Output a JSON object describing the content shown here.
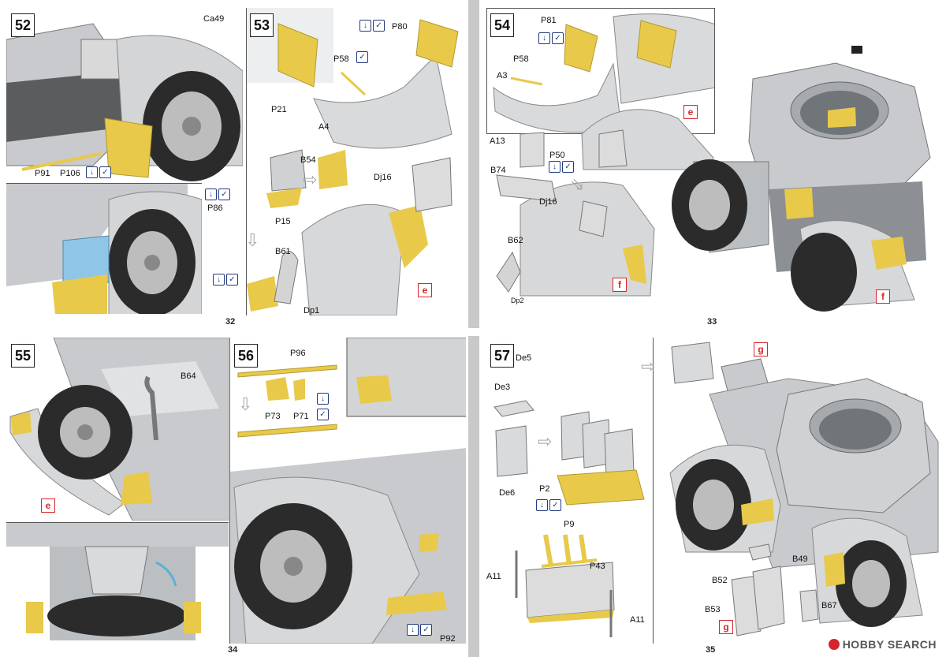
{
  "pages": {
    "p32": "32",
    "p33": "33",
    "p34": "34",
    "p35": "35"
  },
  "steps": {
    "s52": "52",
    "s53": "53",
    "s54": "54",
    "s55": "55",
    "s56": "56",
    "s57": "57"
  },
  "labels": {
    "ca49": "Ca49",
    "p91": "P91",
    "p106": "P106",
    "p80": "P80",
    "p58_a": "P58",
    "a4": "A4",
    "p21": "P21",
    "b54": "B54",
    "p86": "P86",
    "p15": "P15",
    "dj16_a": "Dj16",
    "b61": "B61",
    "dp1": "Dp1",
    "p81": "P81",
    "p58_b": "P58",
    "a3": "A3",
    "a13": "A13",
    "p50": "P50",
    "b74": "B74",
    "dj16_b": "Dj16",
    "b62": "B62",
    "dp2": "Dp2",
    "b64": "B64",
    "p96": "P96",
    "p73": "P73",
    "p71": "P71",
    "p92": "P92",
    "de5": "De5",
    "de3": "De3",
    "de6": "De6",
    "p2": "P2",
    "p9": "P9",
    "a11_a": "A11",
    "p43": "P43",
    "a11_b": "A11",
    "b49": "B49",
    "b52": "B52",
    "b53": "B53",
    "b67": "B67"
  },
  "refs": {
    "e1": "e",
    "e2": "e",
    "e3": "e",
    "f1": "f",
    "f2": "f",
    "g1": "g",
    "g2": "g"
  },
  "watermark": "HOBBY SEARCH",
  "colors": {
    "part_yellow": "#e8c94a",
    "body_grey": "#c8cacd",
    "tire_dark": "#2b2b2b",
    "ref_red": "#d7262b",
    "box_blue": "#8fc6e8"
  },
  "icons": [
    "glue-icon",
    "photo-etch-icon"
  ]
}
